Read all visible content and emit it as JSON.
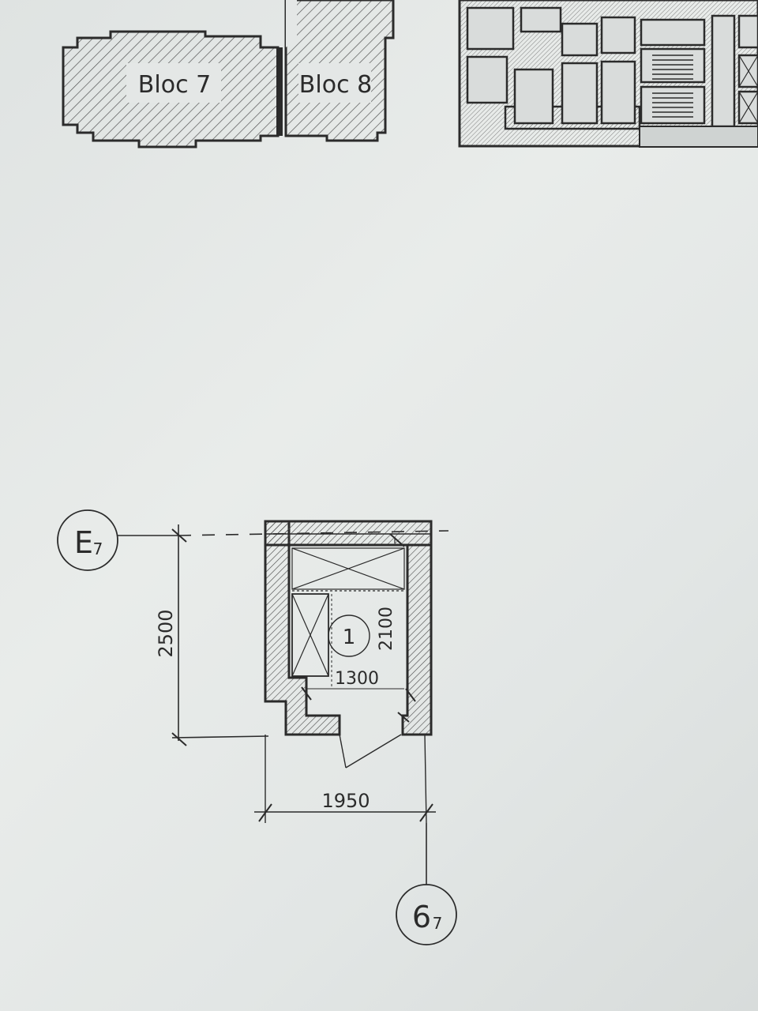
{
  "site_plan": {
    "block_7_label": "Bloc 7",
    "block_8_label": "Bloc 8"
  },
  "elevator_plan": {
    "axis_e_letter": "E",
    "axis_e_sub": "7",
    "axis_6_letter": "6",
    "axis_6_sub": "7",
    "room_number": "1",
    "dim_shaft_depth": "2500",
    "dim_shaft_width": "1950",
    "dim_cabin_depth": "2100",
    "dim_cabin_width": "1300"
  },
  "colors": {
    "ink": "#2b2b2b",
    "hatch": "#555555",
    "paper": "#e6e9e8"
  }
}
